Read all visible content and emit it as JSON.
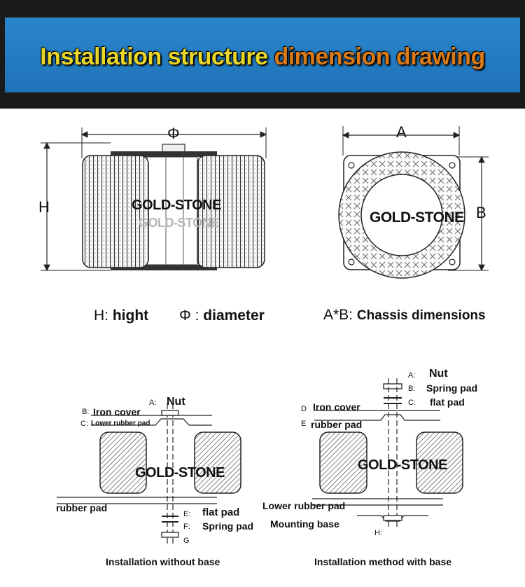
{
  "banner": {
    "title_part1": "Installation structure",
    "title_part2": " dimension drawing",
    "color_part1": "#e8d629",
    "color_part2": "#d97a1a",
    "background": "#1f73b8"
  },
  "brand": "GOLD-STONE",
  "side_view": {
    "width_label": "Φ",
    "height_label": "H"
  },
  "top_view": {
    "width_label": "A",
    "height_label": "B"
  },
  "legend": {
    "h_key": "H:",
    "h_text": "hight",
    "phi_key": "Φ :",
    "phi_text": "diameter",
    "ab_key": "A*B:",
    "ab_text": "Chassis dimensions"
  },
  "without_base": {
    "caption": "Installation without base",
    "a_key": "A:",
    "a_text": "Nut",
    "b_key": "B:",
    "b_text": "Iron cover",
    "c_key": "C:",
    "c_text": "Lower rubber pad",
    "rubber_pad": "rubber pad",
    "e_key": "E:",
    "e_text": "flat pad",
    "f_key": "F:",
    "f_text": "Spring pad",
    "g_key": "G"
  },
  "with_base": {
    "caption": "Installation method with base",
    "a_key": "A:",
    "a_text": "Nut",
    "b_key": "B:",
    "b_text": "Spring pad",
    "c_key": "C:",
    "c_text": "flat pad",
    "d_key": "D",
    "d_text": "Iron cover",
    "e_key": "E",
    "e_text": "rubber pad",
    "lower_rubber": "Lower rubber pad",
    "mounting_base": "Mounting base",
    "h_key": "H:"
  }
}
